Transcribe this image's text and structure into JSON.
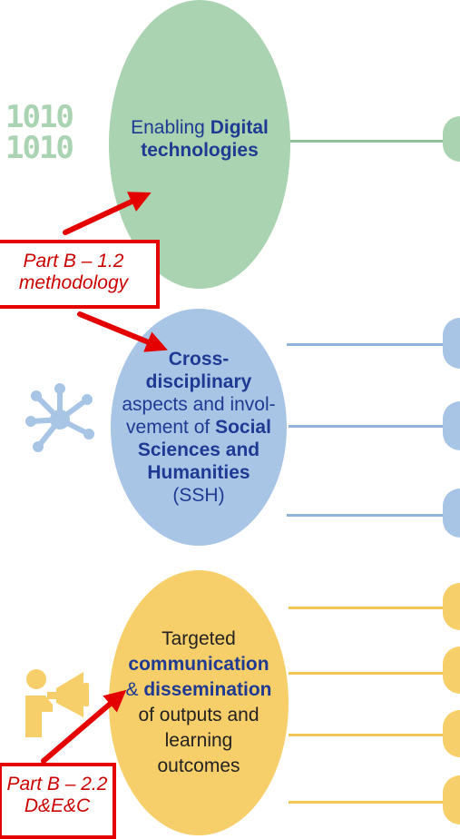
{
  "nodes": {
    "digital": {
      "pre": "Enabling ",
      "bold": "Digital technologies",
      "color": "#a9d3b1"
    },
    "ssh": {
      "line1_bold": "Cross-",
      "line2_bold": "disciplinary",
      "line3": "aspects and invol-",
      "line4_pre": "vement of ",
      "line4_bold": "Social",
      "line5_bold": "Sciences and",
      "line6_bold": "Humanities",
      "line7": "(SSH)",
      "color": "#a8c5e6"
    },
    "comm": {
      "line1": "Targeted",
      "line2_bold": "communication",
      "line3_pre": "& ",
      "line3_bold": "dissemination",
      "line4": "of outputs and",
      "line5": "learning",
      "line6": "outcomes",
      "color": "#f7cf6a"
    }
  },
  "callouts": {
    "methodology": {
      "line1": "Part B – 1.2",
      "line2": "methodology"
    },
    "dec": {
      "line1": "Part B – 2.2",
      "line2": "D&E&C"
    }
  },
  "icons": {
    "binary": {
      "name": "binary-icon",
      "line1": "1010",
      "line2": "1010"
    },
    "network": {
      "name": "network-icon"
    },
    "megaphone": {
      "name": "megaphone-person-icon"
    }
  },
  "colors": {
    "green": "#a9d3b1",
    "blue": "#a8c5e6",
    "yellow": "#f7cf6a",
    "red": "#e50000"
  }
}
